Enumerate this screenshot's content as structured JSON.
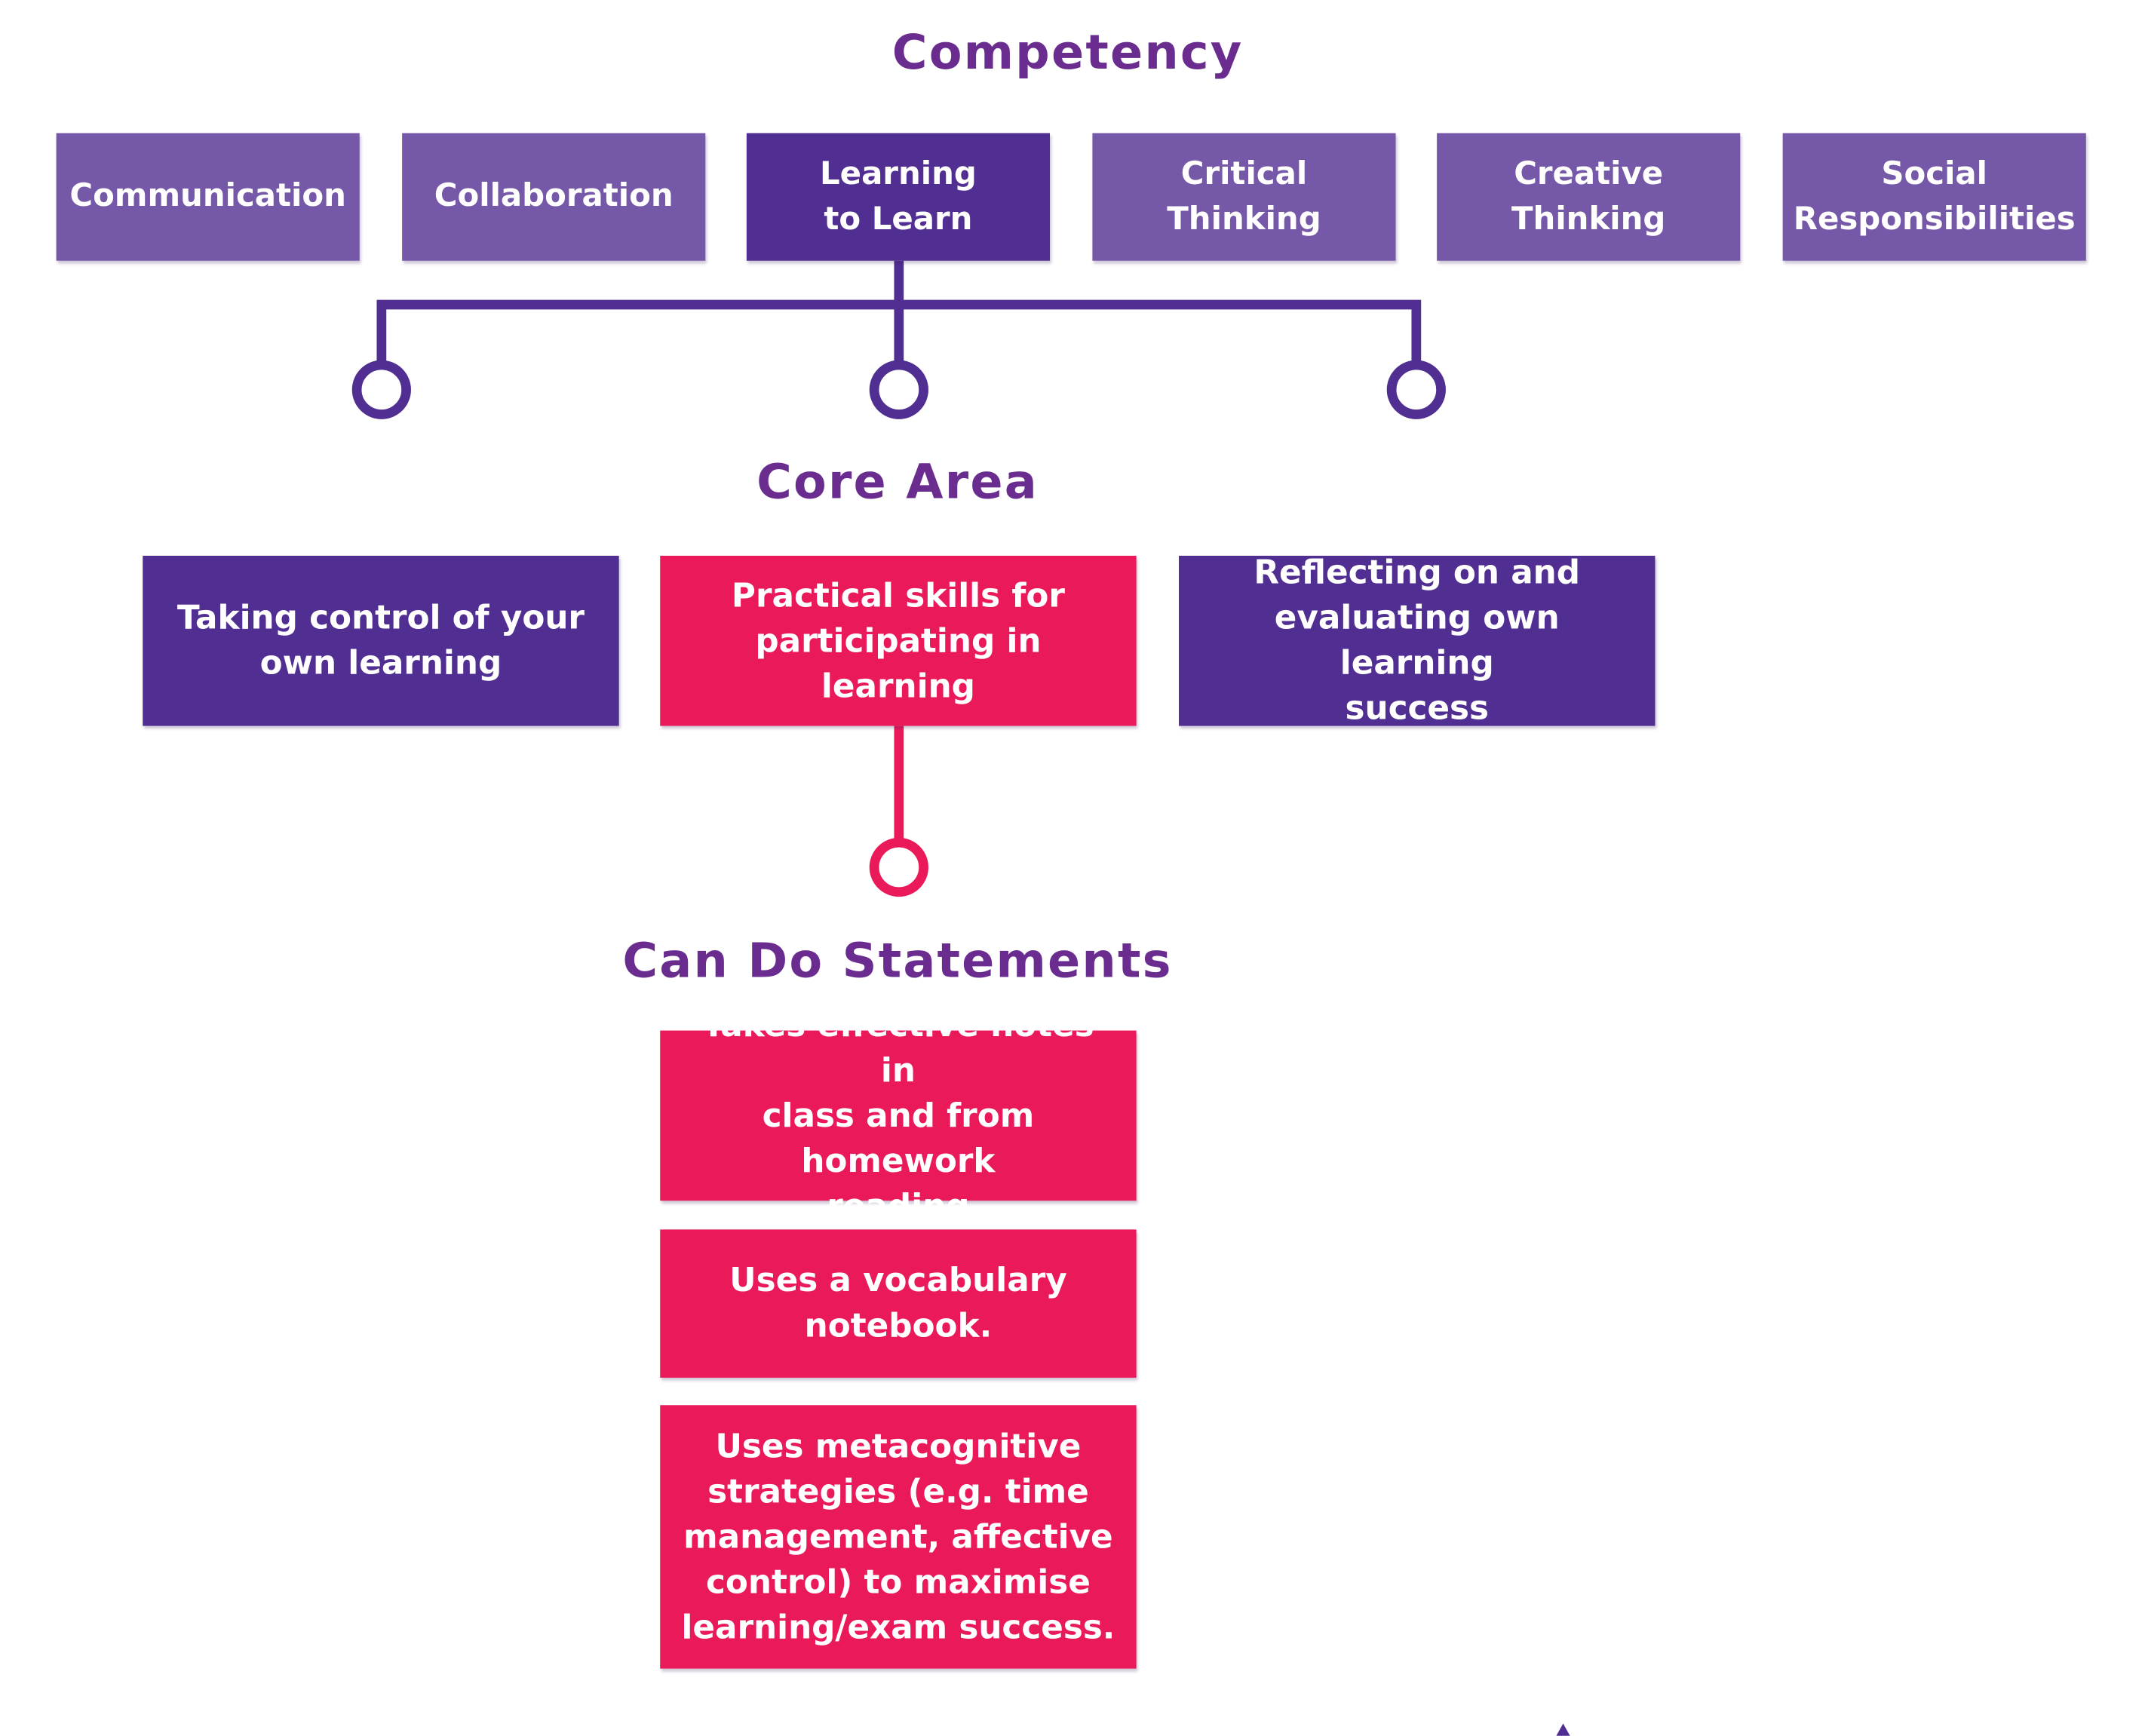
{
  "headings": {
    "competency": "Competency",
    "core_area": "Core Area",
    "can_do": "Can Do Statements"
  },
  "competencies": [
    {
      "label": "Communication"
    },
    {
      "label": "Collaboration"
    },
    {
      "label": "Learning\nto Learn"
    },
    {
      "label": "Critical\nThinking"
    },
    {
      "label": "Creative\nThinking"
    },
    {
      "label": "Social\nResponsibilities"
    }
  ],
  "core_areas": [
    {
      "label": "Taking control of your\nown learning"
    },
    {
      "label": "Practical skills for\nparticipating in learning"
    },
    {
      "label": "Reflecting on and\nevaluating own learning\nsuccess"
    }
  ],
  "can_do_statements": [
    {
      "label": "Takes effective notes in\nclass and from homework\nreading"
    },
    {
      "label": "Uses a vocabulary\nnotebook."
    },
    {
      "label": "Uses metacognitive\nstrategies (e.g. time\nmanagement, affective\ncontrol) to maximise\nlearning/exam success."
    }
  ],
  "colors": {
    "heading": "#6a2d8f",
    "competency_box": "#7559a8",
    "selected_purple": "#512e92",
    "selected_pink": "#ea1a5a",
    "text_on_box": "#ffffff"
  }
}
